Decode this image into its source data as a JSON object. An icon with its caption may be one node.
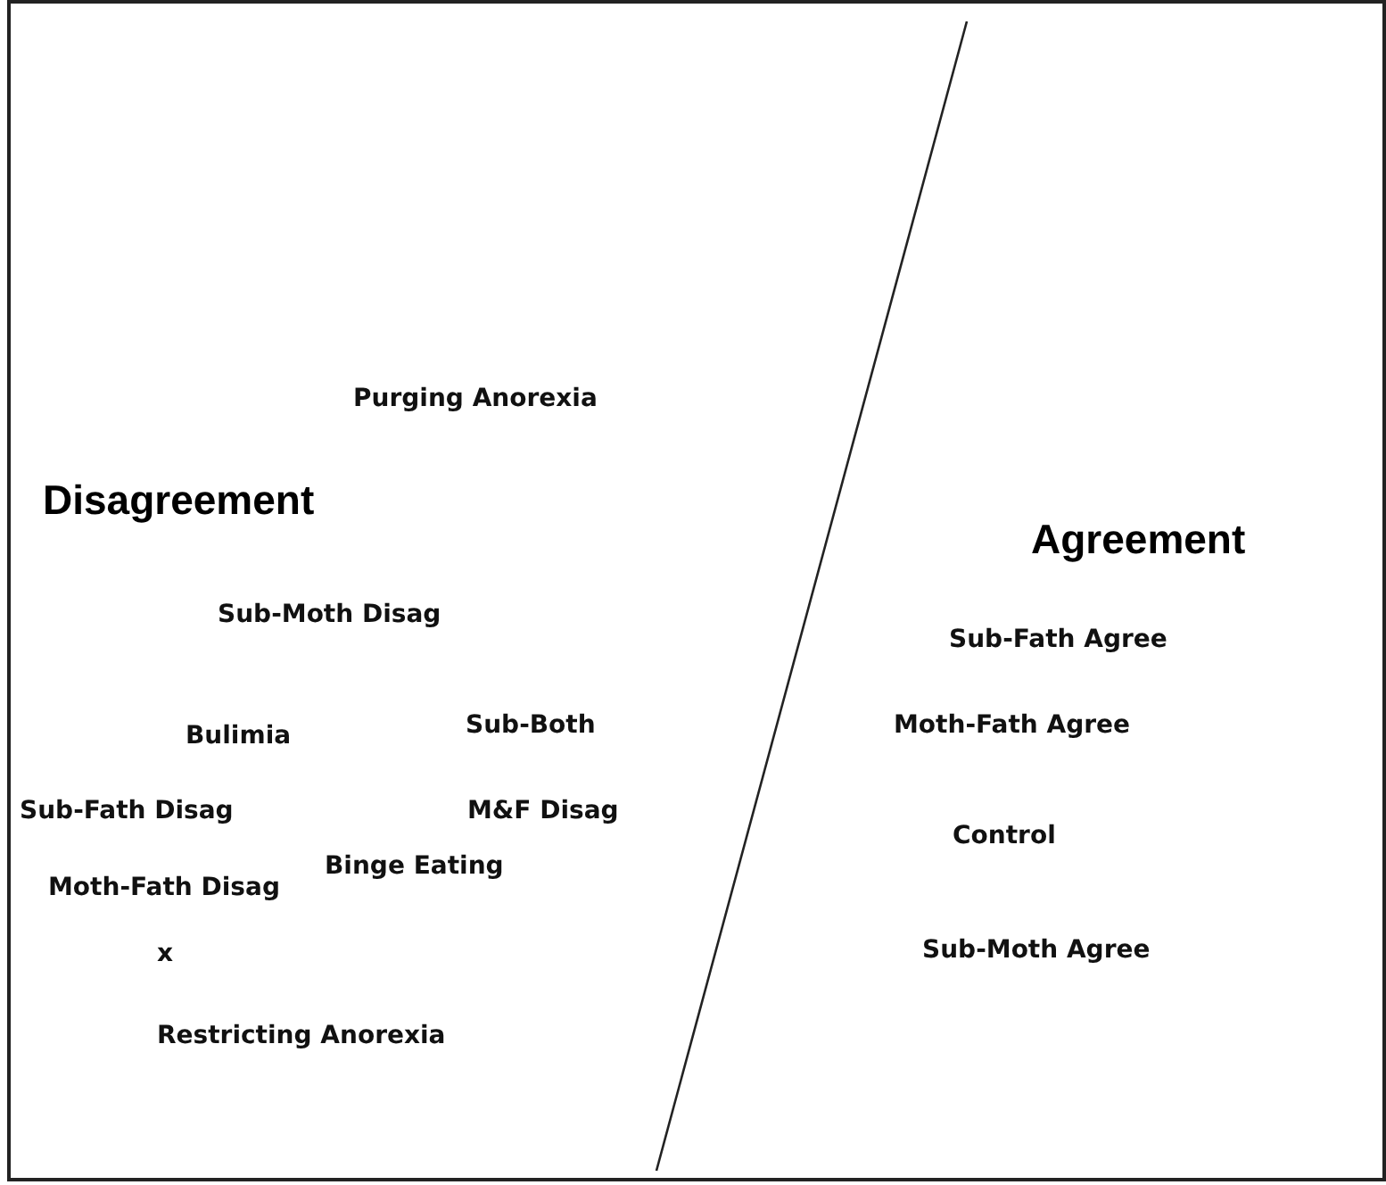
{
  "diagram": {
    "labels": [
      "Purging Anorexia",
      "Disagreement",
      "Agreement",
      "Sub-Moth Disag",
      "Sub-Fath Agree",
      "Bulimia",
      "Sub-Both",
      "Moth-Fath Agree",
      "Sub-Fath Disag",
      "M&F Disag",
      "Control",
      "Moth-Fath Disag",
      "Binge Eating",
      "x",
      "Sub-Moth Agree",
      "Restricting Anorexia"
    ]
  }
}
